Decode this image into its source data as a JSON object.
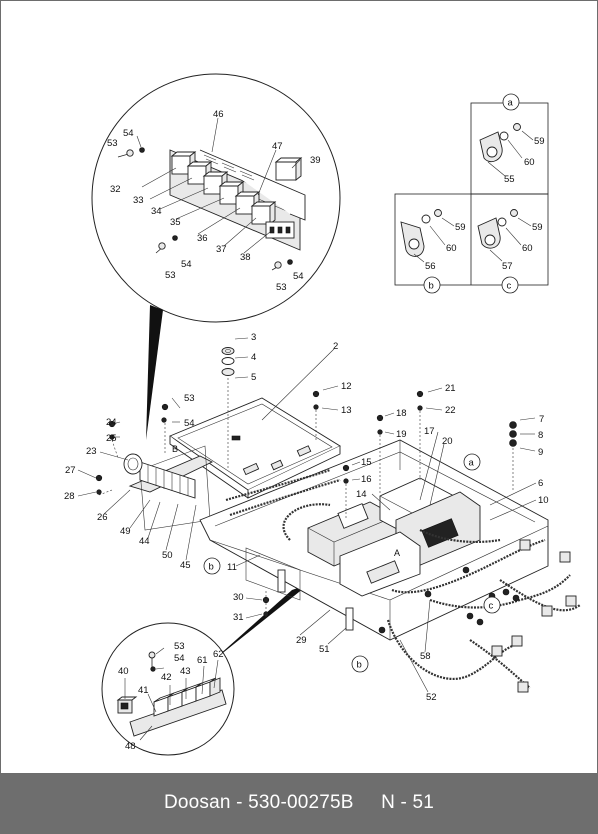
{
  "footer": {
    "text": "Doosan - 530-00275B     N - 51"
  },
  "detail_refs": {
    "a": "a",
    "b": "b",
    "c": "c",
    "a2": "a",
    "b2": "b",
    "c2": "c"
  },
  "parts": {
    "p2": "2",
    "p3": "3",
    "p4": "4",
    "p5": "5",
    "p6": "6",
    "p7": "7",
    "p8": "8",
    "p9": "9",
    "p10": "10",
    "p11": "11",
    "p12": "12",
    "p13": "13",
    "p14": "14",
    "p15": "15",
    "p16": "16",
    "p17": "17",
    "p18": "18",
    "p19": "19",
    "p20": "20",
    "p21": "21",
    "p22": "22",
    "p23": "23",
    "p24": "24",
    "p25": "25",
    "p26": "26",
    "p27": "27",
    "p28": "28",
    "p29": "29",
    "p30": "30",
    "p31": "31",
    "p32": "32",
    "p33": "33",
    "p34": "34",
    "p35": "35",
    "p36": "36",
    "p37": "37",
    "p38": "38",
    "p39": "39",
    "p40": "40",
    "p41": "41",
    "p42": "42",
    "p43": "43",
    "p44": "44",
    "p45": "45",
    "p46": "46",
    "p47": "47",
    "p48": "48",
    "p49": "49",
    "p50": "50",
    "p51": "51",
    "p52": "52",
    "p53a": "53",
    "p53b": "53",
    "p53c": "53",
    "p53d": "53",
    "p53e": "53",
    "p54a": "54",
    "p54b": "54",
    "p54c": "54",
    "p54d": "54",
    "p54e": "54",
    "p55": "55",
    "p56": "56",
    "p57": "57",
    "p58": "58",
    "p59a": "59",
    "p59b": "59",
    "p59c": "59",
    "p60a": "60",
    "p60b": "60",
    "p60c": "60",
    "p61": "61",
    "p62": "62"
  },
  "markers": {
    "A": "A",
    "B": "B"
  }
}
